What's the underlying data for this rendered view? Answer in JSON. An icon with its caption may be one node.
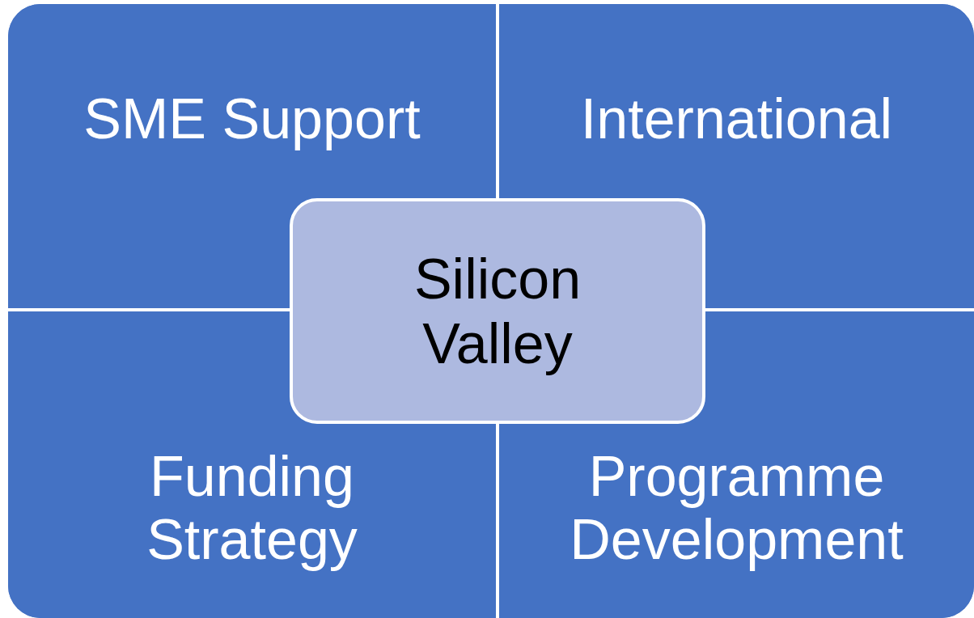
{
  "diagram": {
    "nodes": [
      {
        "text": [
          "SME Support"
        ]
      },
      {
        "text": [
          "International"
        ]
      },
      {
        "text": [
          "Silicon Valley"
        ]
      },
      {
        "text": [
          "Funding Strategy"
        ]
      },
      {
        "text": [
          "Programme Development"
        ]
      }
    ]
  }
}
